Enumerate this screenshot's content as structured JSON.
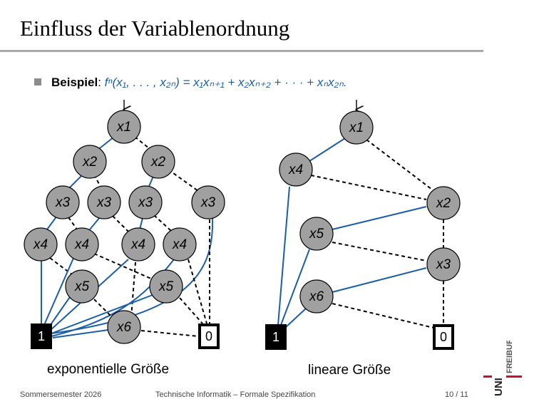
{
  "title": "Einfluss der Variablenordnung",
  "bullet": {
    "label": "Beispiel",
    "colon": ":",
    "formula": "fⁿ(x₁, . . . , x₂ₙ) = x₁xₙ₊₁ + x₂xₙ₊₂ + · · · + xₙx₂ₙ."
  },
  "left_diagram": {
    "caption": "exponentielle Größe",
    "nodes": [
      {
        "id": "a1",
        "label": "x1"
      },
      {
        "id": "a2l",
        "label": "x2"
      },
      {
        "id": "a2r",
        "label": "x2"
      },
      {
        "id": "a3a",
        "label": "x3"
      },
      {
        "id": "a3b",
        "label": "x3"
      },
      {
        "id": "a3c",
        "label": "x3"
      },
      {
        "id": "a3d",
        "label": "x3"
      },
      {
        "id": "a4a",
        "label": "x4"
      },
      {
        "id": "a4b",
        "label": "x4"
      },
      {
        "id": "a4c",
        "label": "x4"
      },
      {
        "id": "a4d",
        "label": "x4"
      },
      {
        "id": "a5a",
        "label": "x5"
      },
      {
        "id": "a5b",
        "label": "x5"
      },
      {
        "id": "a6",
        "label": "x6"
      }
    ],
    "terminals": [
      {
        "id": "t1",
        "label": "1"
      },
      {
        "id": "t0",
        "label": "0"
      }
    ]
  },
  "right_diagram": {
    "caption": "lineare Größe",
    "nodes": [
      {
        "id": "b1",
        "label": "x1"
      },
      {
        "id": "b4",
        "label": "x4"
      },
      {
        "id": "b2",
        "label": "x2"
      },
      {
        "id": "b5",
        "label": "x5"
      },
      {
        "id": "b3",
        "label": "x3"
      },
      {
        "id": "b6",
        "label": "x6"
      }
    ],
    "terminals": [
      {
        "id": "u1",
        "label": "1"
      },
      {
        "id": "u0",
        "label": "0"
      }
    ]
  },
  "footer": {
    "semester": "Sommersemester 2026",
    "course": "Technische Informatik – Formale Spezifikation",
    "page": "10 / 11"
  },
  "logo": {
    "text_a": "UNI",
    "text_b": "FREIBURG"
  },
  "colors": {
    "edge_high": "#1a5ea8",
    "node_fill": "#a0a0a0",
    "terminal": "#000000"
  }
}
